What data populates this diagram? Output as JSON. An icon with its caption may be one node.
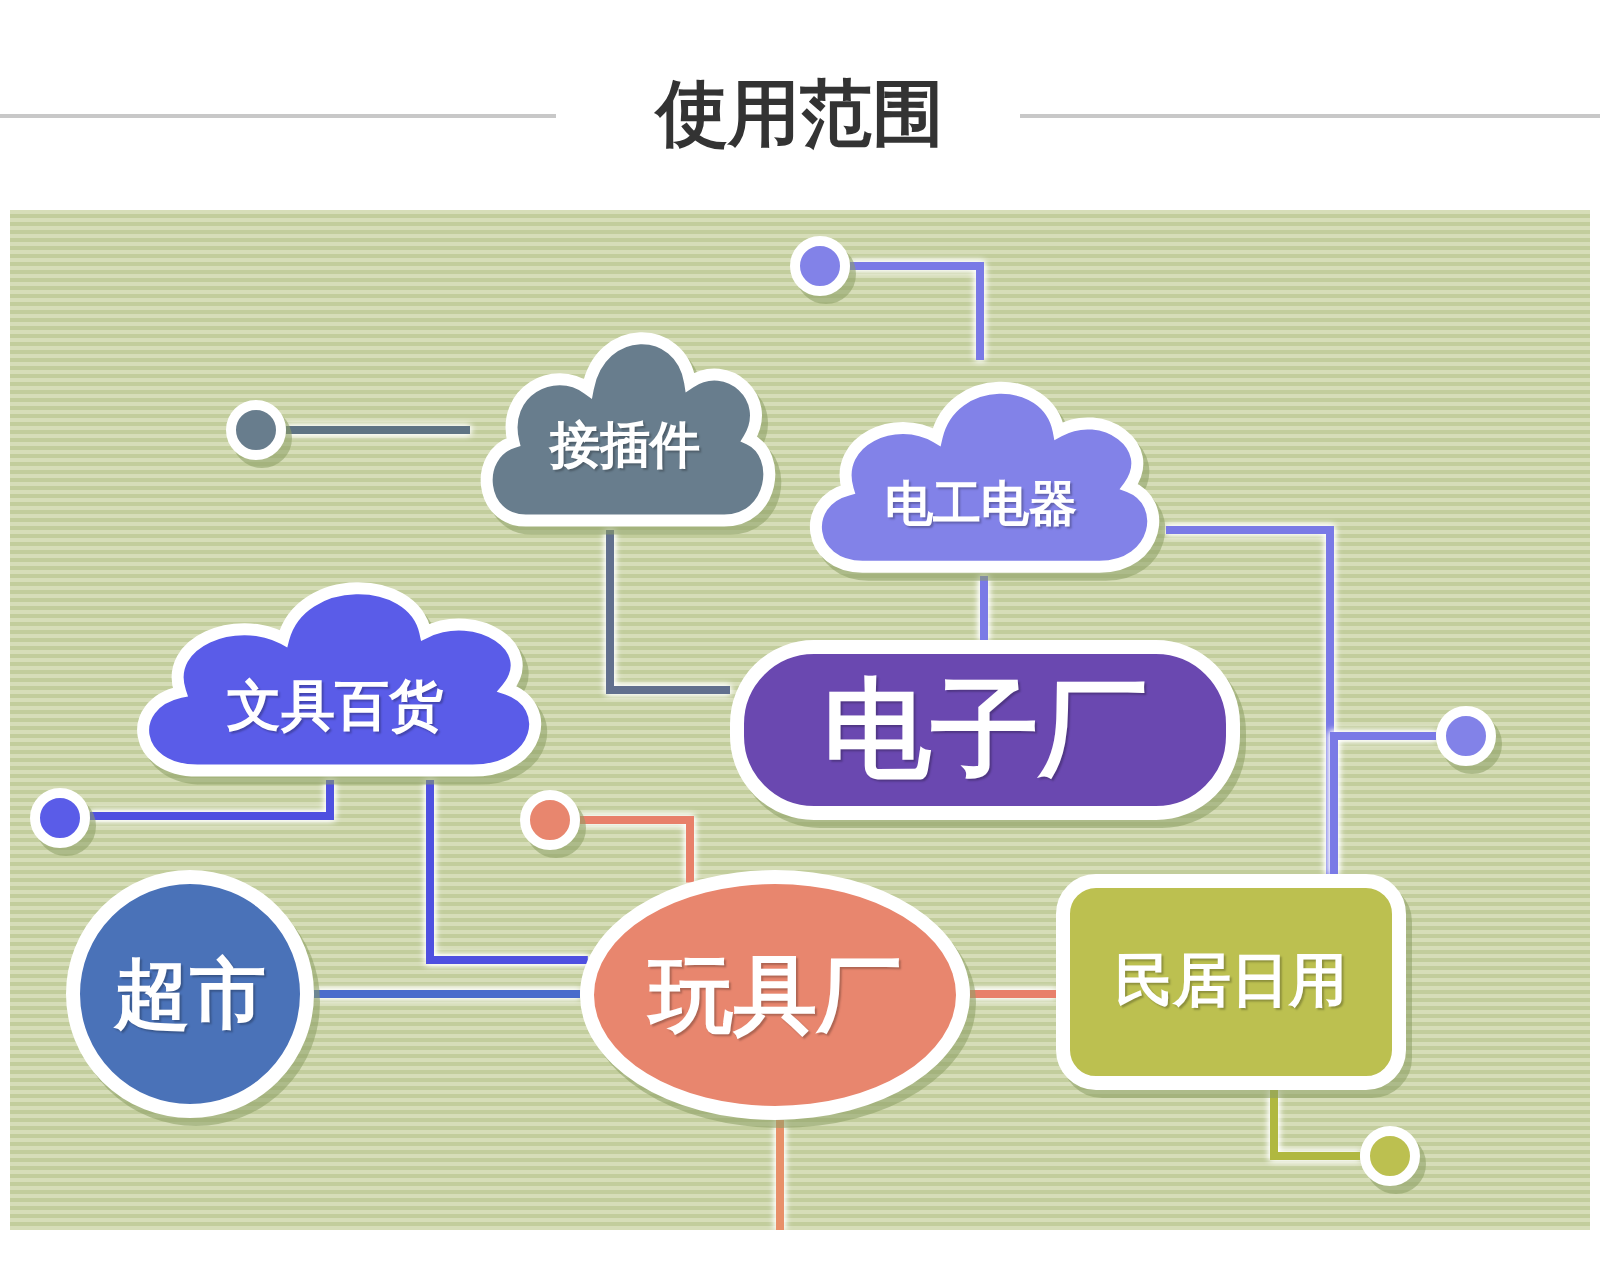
{
  "diagram": {
    "title": "使用范围",
    "nodes": [
      {
        "text": [
          "接插件"
        ]
      },
      {
        "text": [
          "电工电器"
        ]
      },
      {
        "text": [
          "文具百货"
        ]
      },
      {
        "text": [
          "电子厂"
        ]
      },
      {
        "text": [
          "超市"
        ]
      },
      {
        "text": [
          "玩具厂"
        ]
      },
      {
        "text": [
          "民居日用"
        ]
      },
      {
        "text": [],
        "shape": "circle"
      },
      {
        "text": [],
        "shape": "circle"
      },
      {
        "text": [],
        "shape": "circle"
      },
      {
        "text": [],
        "shape": "circle"
      },
      {
        "text": [],
        "shape": "circle"
      },
      {
        "text": [],
        "shape": "circle"
      }
    ],
    "edges": [
      {
        "from": 8,
        "to": 0,
        "arrow": "none",
        "color": "#5f7484"
      },
      {
        "from": 0,
        "to": 3,
        "arrow": "none",
        "color": "#62708e"
      },
      {
        "from": 7,
        "to": 1,
        "arrow": "none"
      },
      {
        "from": 1,
        "to": 3,
        "arrow": "none"
      },
      {
        "from": 1,
        "to": 6,
        "arrow": "none"
      },
      {
        "from": 9,
        "to": 6,
        "arrow": "none"
      },
      {
        "from": 2,
        "to": 10,
        "arrow": "none",
        "color": "#4f50e0"
      },
      {
        "from": 2,
        "to": 5,
        "arrow": "none",
        "color": "#4f50e0"
      },
      {
        "from": 11,
        "to": 5,
        "arrow": "none",
        "color": "#e8806a"
      },
      {
        "from": 4,
        "to": 5,
        "arrow": "none",
        "color": "#4a6ccc"
      },
      {
        "from": 5,
        "to": 6,
        "arrow": "none",
        "color": "#e8806a"
      },
      {
        "from": 6,
        "to": 12,
        "arrow": "none",
        "color": "#b0b840"
      },
      {
        "from": 5,
        "to": null,
        "arrow": "none",
        "color": "#e8906a"
      }
    ]
  }
}
